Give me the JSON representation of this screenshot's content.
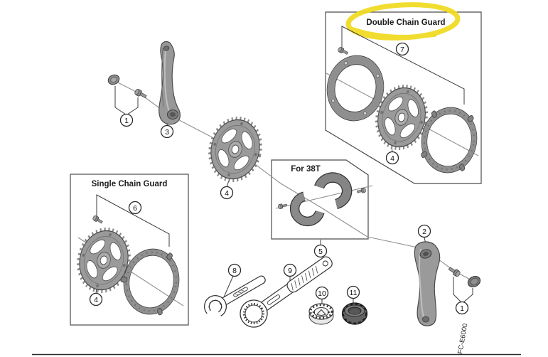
{
  "model_label": "FC-E6000",
  "boxes": {
    "double": {
      "title": "Double Chain Guard"
    },
    "single": {
      "title": "Single Chain Guard"
    },
    "for38t": {
      "title": "For 38T"
    }
  },
  "highlight": {
    "shape": "hand-drawn-marker-ellipse",
    "target": "double-chain-guard-title",
    "color": "#f0db20"
  },
  "callouts": [
    {
      "num": "1",
      "part": "left-crank-cap-and-fixing-bolt"
    },
    {
      "num": "3",
      "part": "left-crank-arm"
    },
    {
      "num": "4",
      "part": "chainring"
    },
    {
      "num": "6",
      "part": "single-chain-guard-assembly"
    },
    {
      "num": "4",
      "part": "chainring-in-single-guard"
    },
    {
      "num": "5",
      "part": "spacer-set-for-38t"
    },
    {
      "num": "7",
      "part": "double-chain-guard-assembly"
    },
    {
      "num": "4",
      "part": "chainring-in-double-guard"
    },
    {
      "num": "2",
      "part": "right-crank-arm"
    },
    {
      "num": "1",
      "part": "right-crank-fixing-bolt-and-cap"
    },
    {
      "num": "8",
      "part": "cone-spanner-tool"
    },
    {
      "num": "9",
      "part": "lockring-wrench-tool"
    },
    {
      "num": "10",
      "part": "adapter-cap-tool"
    },
    {
      "num": "11",
      "part": "lockring"
    }
  ],
  "colors": {
    "part_gray": "#9a9a9a",
    "part_outline": "#4a4a4a",
    "axis_line": "#8f8f8f",
    "text": "#1c1c1c",
    "highlight_yellow": "#f0db20"
  }
}
